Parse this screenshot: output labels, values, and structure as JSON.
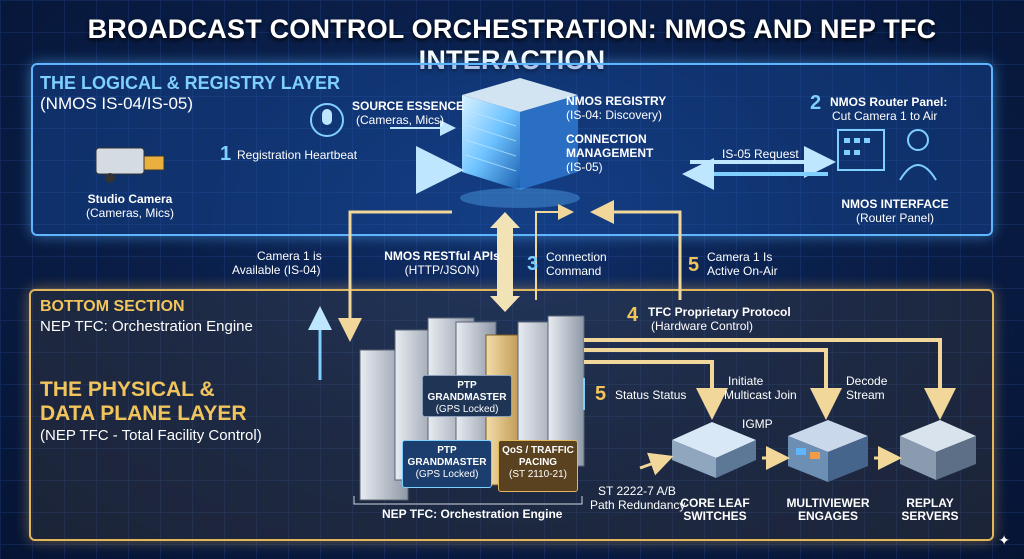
{
  "title": "BROADCAST CONTROL ORCHESTRATION: NMOS AND NEP TFC INTERACTION",
  "top_layer": {
    "heading": "THE LOGICAL & REGISTRY LAYER",
    "subheading": "(NMOS IS-04/IS-05)",
    "source_essence": "SOURCE ESSENCE",
    "source_essence_sub": "(Cameras, Mics)",
    "registry": "NMOS REGISTRY",
    "registry_sub": "(IS-04: Discovery)",
    "connection_mgmt_1": "CONNECTION",
    "connection_mgmt_2": "MANAGEMENT",
    "connection_mgmt_sub": "(IS-05)",
    "studio_camera": "Studio Camera",
    "studio_camera_sub": "(Cameras, Mics)",
    "step1_num": "1",
    "step1_label": "Registration Heartbeat",
    "step2_num": "2",
    "step2_label_1": "NMOS Router Panel:",
    "step2_label_2": "Cut Camera 1 to Air",
    "is05_request": "IS-05 Request",
    "nmos_interface": "NMOS  INTERFACE",
    "nmos_interface_sub": "(Router Panel)"
  },
  "middle": {
    "camera_available_1": "Camera 1 is",
    "camera_available_2": "Available (IS-04)",
    "restful_1": "NMOS RESTful APIs",
    "restful_2": "(HTTP/JSON)",
    "step3_num": "3",
    "step3_label_1": "Connection",
    "step3_label_2": "Command",
    "step5_num": "5",
    "step5_label_1": "Camera 1 Is",
    "step5_label_2": "Active On-Air"
  },
  "bottom_layer": {
    "section": "BOTTOM SECTION",
    "section_sub": "NEP TFC: Orchestration Engine",
    "heading_1": "THE PHYSICAL &",
    "heading_2": "DATA PLANE LAYER",
    "heading_sub": "(NEP TFC - Total Facility Control)",
    "step4_num": "4",
    "step4_label_1": "TFC Proprietary Protocol",
    "step4_label_2": "(Hardware Control)",
    "ptp1_1": "PTP",
    "ptp1_2": "GRANDMASTER",
    "ptp1_3": "(GPS Locked)",
    "ptp2_1": "PTP",
    "ptp2_2": "GRANDMASTER",
    "ptp2_3": "(GPS Locked)",
    "qos_1": "QoS / TRAFFIC",
    "qos_2": "PACING",
    "qos_3": "(ST 2110-21)",
    "step5b_num": "5",
    "step5b_label": "Status Status",
    "initiate_1": "Initiate",
    "initiate_2": "Multicast Join",
    "decode_1": "Decode",
    "decode_2": "Stream",
    "igmp": "IGMP",
    "st2222_1": "ST 2222-7 A/B",
    "st2222_2": "Path Redundancy",
    "core_1": "CORE LEAF",
    "core_2": "SWITCHES",
    "mv_1": "MULTIVIEWER",
    "mv_2": "ENGAGES",
    "replay_1": "REPLAY",
    "replay_2": "SERVERS",
    "engine_caption": "NEP TFC: Orchestration Engine"
  },
  "colors": {
    "blue_accent": "#5fb6ff",
    "gold_accent": "#e2b65a",
    "background": "#0a1f4a"
  }
}
